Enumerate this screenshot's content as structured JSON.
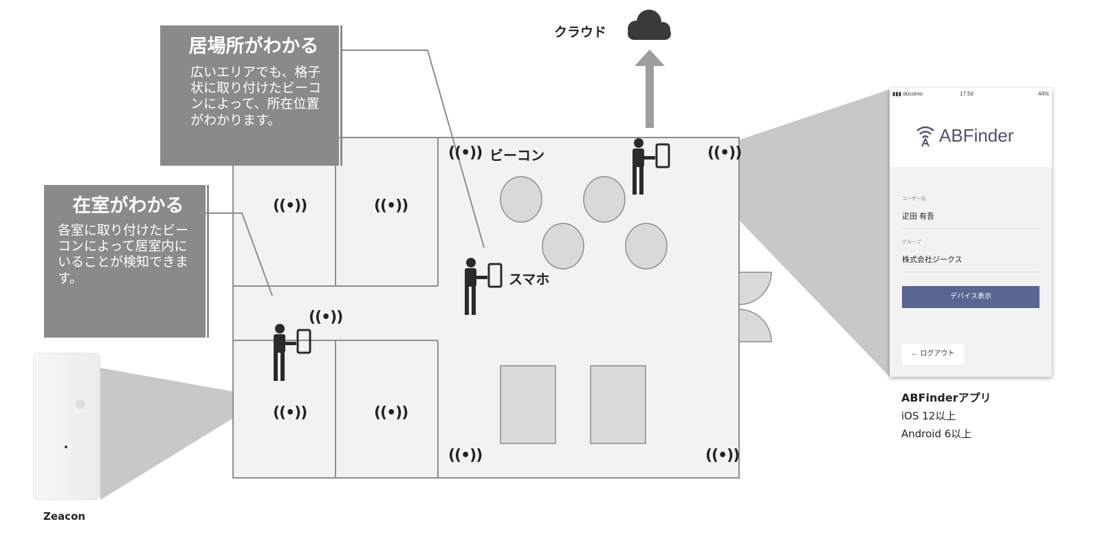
{
  "labels": {
    "cloud": "クラウド",
    "beacon": "ビーコン",
    "smartphone": "スマホ"
  },
  "callouts": {
    "location": {
      "title": "居場所がわかる",
      "body": "広いエリアでも、格子状に取り付けたビーコンによって、所在位置がわかります。"
    },
    "presence": {
      "title": "在室がわかる",
      "body": "各室に取り付けたビーコンによって居室内にいることが検知できます。"
    }
  },
  "beacon_glyph": "((•))",
  "app_screen": {
    "status_carrier": "docomo",
    "status_time": "17:56",
    "status_battery": "44%",
    "app_name": "ABFinder",
    "username_label": "ユーザー名",
    "username_value": "疋田 有吾",
    "group_label": "グループ",
    "group_value": "株式会社ジークス",
    "device_button": "デバイス表示",
    "logout_button": "← ログアウト"
  },
  "app_caption": {
    "name": "ABFinderアプリ",
    "ios": "iOS 12以上",
    "android": "Android 6以上"
  },
  "device_caption": "Zeacon",
  "colors": {
    "callout": "#8a8a8a",
    "floor": "#f2f2f2",
    "wall": "#8c8c8c",
    "arrow": "#9e9e9e",
    "button": "#5a6690"
  }
}
